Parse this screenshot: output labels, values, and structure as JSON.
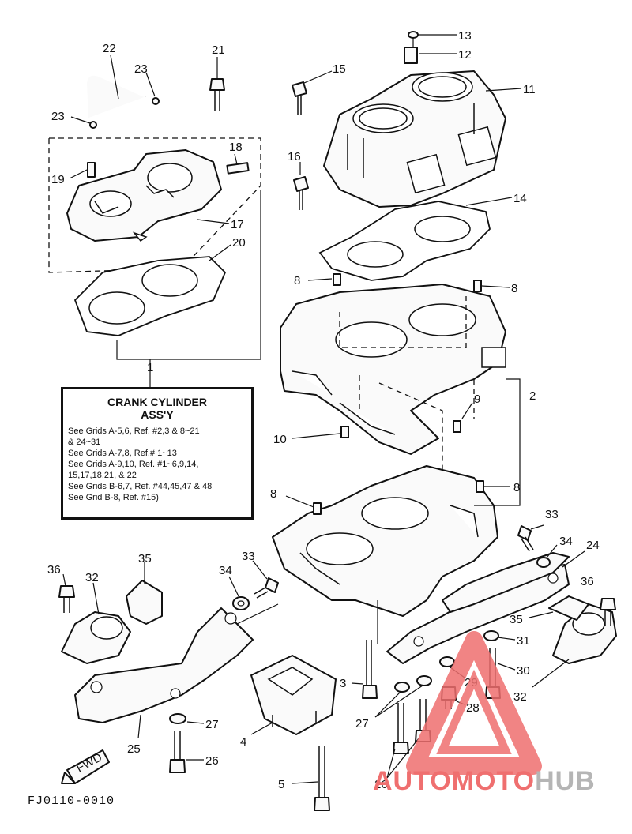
{
  "diagram": {
    "code": "FJ0110-0010",
    "fwd_label": "FWD"
  },
  "info_box": {
    "title_line1": "CRANK CYLINDER",
    "title_line2": "ASS'Y",
    "lines": [
      "See Grids A-5,6, Ref. #2,3 & 8~21",
      "& 24~31",
      "See Grids A-7,8, Ref.# 1~13",
      "See Grids A-9,10, Ref. #1~6,9,14,",
      "15,17,18,21, & 22",
      "See Grids B-6,7, Ref. #44,45,47 & 48",
      "See Grid B-8, Ref. #15)"
    ]
  },
  "labels": {
    "n1": "1",
    "n2": "2",
    "n3": "3",
    "n4": "4",
    "n5": "5",
    "n8a": "8",
    "n8b": "8",
    "n8c": "8",
    "n8d": "8",
    "n9": "9",
    "n10": "10",
    "n11": "11",
    "n12": "12",
    "n13": "13",
    "n14": "14",
    "n15": "15",
    "n16": "16",
    "n17": "17",
    "n18": "18",
    "n19": "19",
    "n20": "20",
    "n21": "21",
    "n22": "22",
    "n23a": "23",
    "n23b": "23",
    "n24": "24",
    "n25": "25",
    "n26a": "26",
    "n26b": "26",
    "n27a": "27",
    "n27b": "27",
    "n28": "28",
    "n29": "29",
    "n30": "30",
    "n31": "31",
    "n32a": "32",
    "n32b": "32",
    "n33a": "33",
    "n33b": "33",
    "n34a": "34",
    "n34b": "34",
    "n35a": "35",
    "n35b": "35",
    "n36a": "36",
    "n36b": "36"
  },
  "watermark": {
    "text_red": "AUTOMOTO",
    "text_gray": "HUB",
    "color_red": "#ef6f6f",
    "color_gray": "#b5b5b5"
  }
}
